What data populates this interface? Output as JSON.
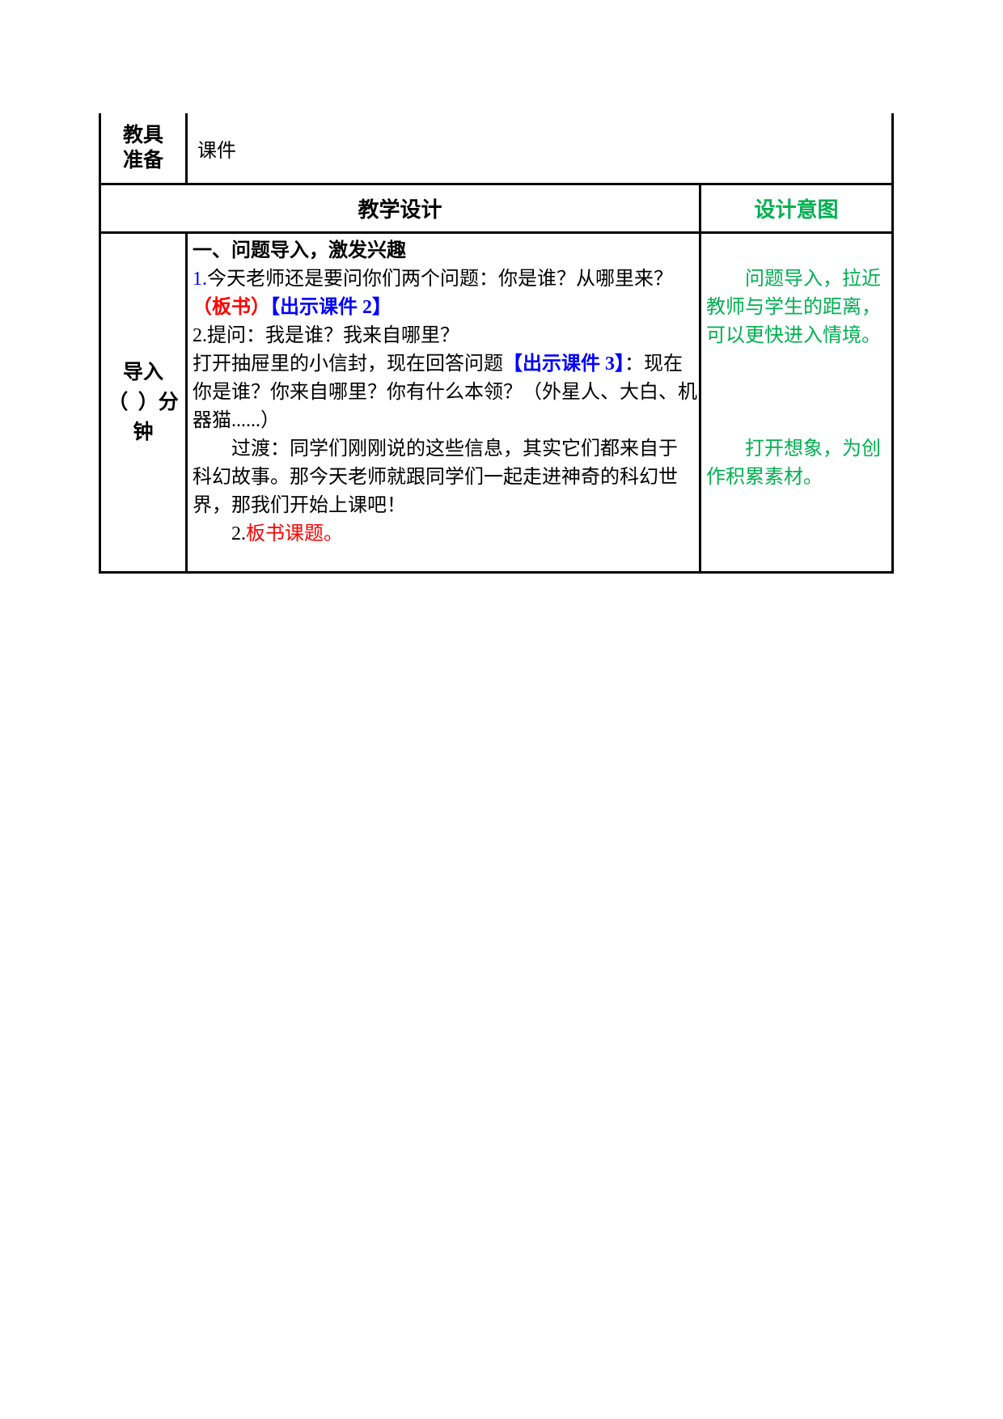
{
  "colors": {
    "intent_green": "#00b050",
    "courseware_blue": "#0000ff",
    "boardwork_red": "#ff0000",
    "border_black": "#000000"
  },
  "prep": {
    "label_line1": "教具",
    "label_line2": "准备",
    "value": "课件"
  },
  "header": {
    "design": "教学设计",
    "intent": "设计意图"
  },
  "stage": {
    "line1": "导入",
    "line2": "（  ）分",
    "line3": "钟"
  },
  "main": {
    "lines": [
      {
        "segments": [
          {
            "t": "一、问题导入，激发兴趣",
            "c": "bold"
          }
        ]
      },
      {
        "segments": [
          {
            "t": "1.",
            "c": "blue"
          },
          {
            "t": "今天老师还是要问你们两个问题：你是谁？从哪里来？",
            "c": "black"
          }
        ]
      },
      {
        "segments": [
          {
            "t": "（板书）",
            "c": "red-bold"
          },
          {
            "t": "【出示课件 2】",
            "c": "blue-bold"
          }
        ]
      },
      {
        "segments": [
          {
            "t": "2.提问：我是谁？我来自哪里？",
            "c": "black"
          }
        ]
      },
      {
        "segments": [
          {
            "t": "打开抽屉里的小信封，现在回答问题",
            "c": "black"
          },
          {
            "t": "【出示课件 3】",
            "c": "blue-bold"
          },
          {
            "t": "：现在",
            "c": "black"
          }
        ]
      },
      {
        "segments": [
          {
            "t": "你是谁？你来自哪里？你有什么本领？（外星人、大白、机",
            "c": "black"
          }
        ]
      },
      {
        "segments": [
          {
            "t": "器猫......）",
            "c": "black"
          }
        ]
      },
      {
        "indent": true,
        "segments": [
          {
            "t": "过渡：同学们刚刚说的这些信息，其实它们都来自于",
            "c": "black"
          }
        ]
      },
      {
        "segments": [
          {
            "t": "科幻故事。那今天老师就跟同学们一起走进神奇的科幻世",
            "c": "black"
          }
        ]
      },
      {
        "segments": [
          {
            "t": "界，那我们开始上课吧！",
            "c": "black"
          }
        ]
      },
      {
        "indent": true,
        "segments": [
          {
            "t": "2.",
            "c": "black"
          },
          {
            "t": "板书课题。",
            "c": "red"
          }
        ]
      }
    ]
  },
  "intent": {
    "notes": [
      {
        "lines": [
          "问题导入，拉近",
          "教师与学生的距离，",
          "可以更快进入情境。"
        ]
      },
      {
        "lines": [
          "打开想象，为创",
          "作积累素材。"
        ]
      }
    ]
  }
}
